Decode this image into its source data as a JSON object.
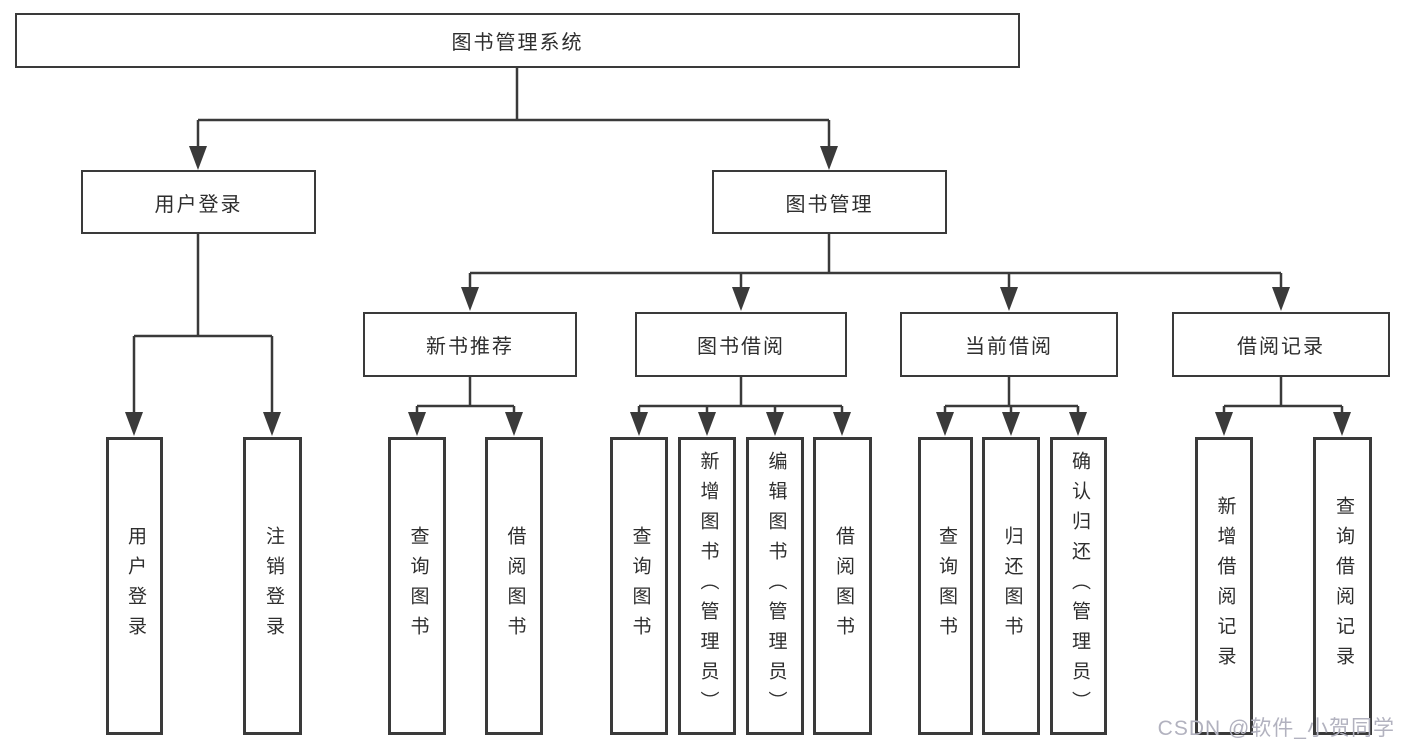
{
  "nodes": {
    "root": {
      "label": "图书管理系统"
    },
    "level2": [
      {
        "label": "用户登录"
      },
      {
        "label": "图书管理"
      }
    ],
    "level3": [
      {
        "label": "新书推荐"
      },
      {
        "label": "图书借阅"
      },
      {
        "label": "当前借阅"
      },
      {
        "label": "借阅记录"
      }
    ]
  },
  "leaves": {
    "login": [
      {
        "label": "用户登录"
      },
      {
        "label": "注销登录"
      }
    ],
    "newbook": [
      {
        "label": "查询图书"
      },
      {
        "label": "借阅图书"
      }
    ],
    "borrow": [
      {
        "label": "查询图书"
      },
      {
        "label": "新增图书（管理员）"
      },
      {
        "label": "编辑图书（管理员）"
      },
      {
        "label": "借阅图书"
      }
    ],
    "current": [
      {
        "label": "查询图书"
      },
      {
        "label": "归还图书"
      },
      {
        "label": "确认归还（管理员）"
      }
    ],
    "record": [
      {
        "label": "新增借阅记录"
      },
      {
        "label": "查询借阅记录"
      }
    ]
  },
  "watermark": {
    "text": "CSDN @软件_小贺同学"
  },
  "colors": {
    "line": "#3a3a3a",
    "text": "#2e2e2e",
    "watermark": "#b2b2bf",
    "background": "#ffffff"
  }
}
